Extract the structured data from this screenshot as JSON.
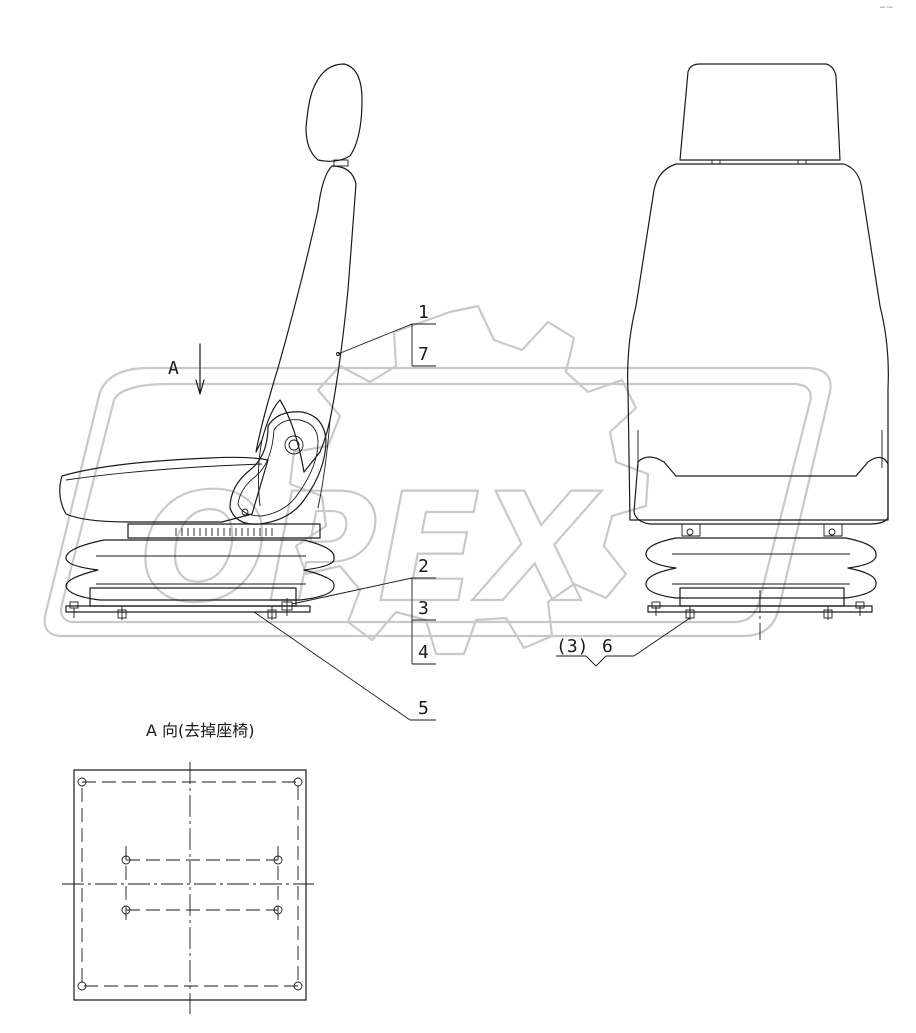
{
  "drawing": {
    "view_caption": "A 向(去掉座椅)",
    "view_arrow_label": "A",
    "corner_mark": "ᵃᵐ ᵒᵒᵒ",
    "part_labels": {
      "p1": "1",
      "p7": "7",
      "p2": "2",
      "p3": "3",
      "p4": "4",
      "p5": "5",
      "p3_paren": "(3)",
      "p6": "6"
    }
  },
  "watermark": {
    "text": "OPEX",
    "color": "#c9c9c9"
  }
}
